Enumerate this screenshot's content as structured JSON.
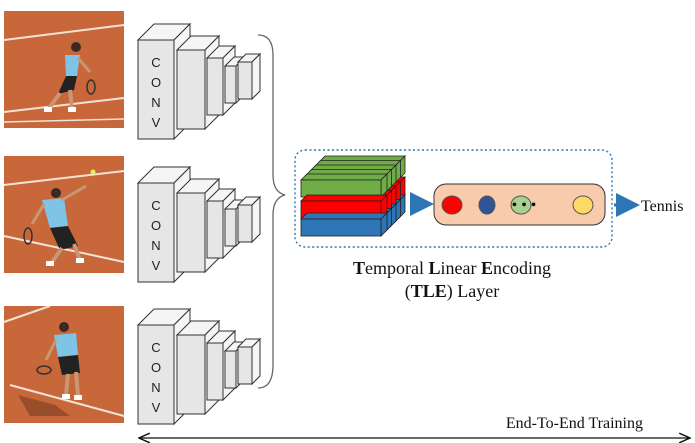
{
  "frames": [
    {
      "label": "CONV",
      "letters": [
        "C",
        "O",
        "N",
        "V"
      ]
    },
    {
      "label": "CONV",
      "letters": [
        "C",
        "O",
        "N",
        "V"
      ]
    },
    {
      "label": "CONV",
      "letters": [
        "C",
        "O",
        "N",
        "V"
      ]
    }
  ],
  "tle": {
    "title_line1_parts": [
      {
        "text": "T",
        "bold": true
      },
      {
        "text": "emporal ",
        "bold": false
      },
      {
        "text": "L",
        "bold": true
      },
      {
        "text": "inear ",
        "bold": false
      },
      {
        "text": "E",
        "bold": true
      },
      {
        "text": "ncoding",
        "bold": false
      }
    ],
    "title_line2_parts": [
      {
        "text": "(",
        "bold": false
      },
      {
        "text": "TLE",
        "bold": true
      },
      {
        "text": ") Layer",
        "bold": false
      }
    ],
    "stack_colors": [
      "#70ad47",
      "#ff0000",
      "#2e75b6"
    ],
    "vector_circle_colors": [
      "#ff0000",
      "#2f5597",
      "#a9d18e",
      "#ffd966"
    ],
    "vector_dots": "• • •"
  },
  "output_label": "Tennis",
  "training_label": "End-To-End Training",
  "colors": {
    "court": "#c8673a",
    "conv_face": "#e6e6e6",
    "conv_side": "#f5f5f5",
    "tle_border": "#2e75b6",
    "vector_fill": "#f8cbad",
    "arrow": "#2e75b6"
  }
}
